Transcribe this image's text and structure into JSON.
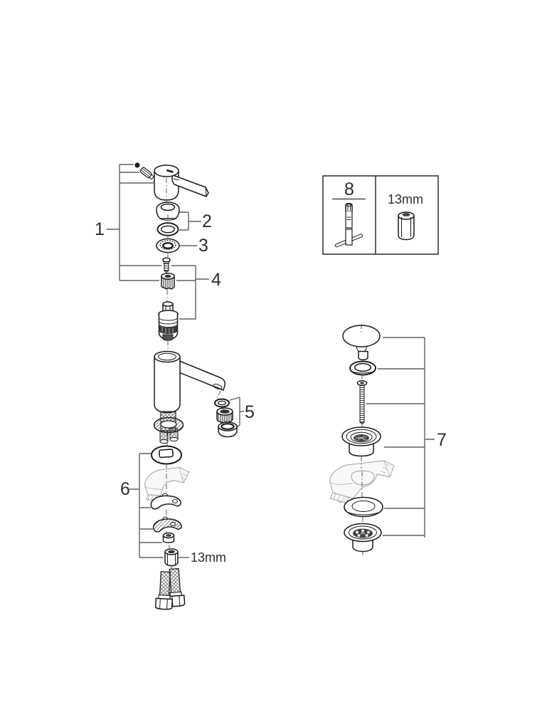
{
  "diagram": {
    "type": "faucet-exploded-parts-diagram",
    "callouts": {
      "part1": "1",
      "part2": "2",
      "part3": "3",
      "part4": "4",
      "part5": "5",
      "part6": "6",
      "part7": "7",
      "part8": "8"
    },
    "annotations": {
      "mounting_nut_size": "13mm",
      "tool_socket_size": "13mm"
    },
    "colors": {
      "background": "#ffffff",
      "outline": "#1a1a1a",
      "leader": "#616161",
      "label": "#2d2d2d",
      "grey_sketch": "#b0b0b0"
    }
  }
}
